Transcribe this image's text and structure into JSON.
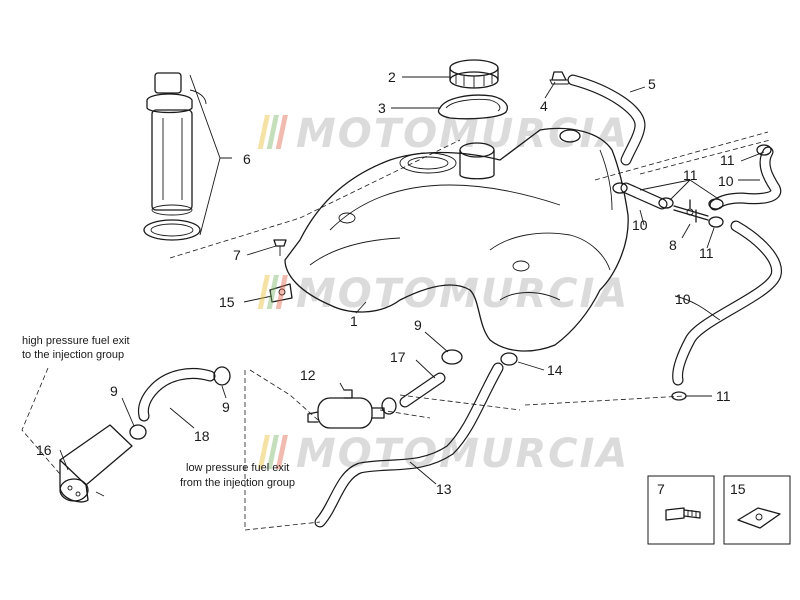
{
  "diagram": {
    "callouts": [
      {
        "id": "c1",
        "text": "1"
      },
      {
        "id": "c2",
        "text": "2"
      },
      {
        "id": "c3",
        "text": "3"
      },
      {
        "id": "c4",
        "text": "4"
      },
      {
        "id": "c5",
        "text": "5"
      },
      {
        "id": "c6",
        "text": "6"
      },
      {
        "id": "c7",
        "text": "7"
      },
      {
        "id": "c8",
        "text": "8"
      },
      {
        "id": "c9a",
        "text": "9"
      },
      {
        "id": "c9b",
        "text": "9"
      },
      {
        "id": "c9c",
        "text": "9"
      },
      {
        "id": "c10a",
        "text": "10"
      },
      {
        "id": "c10b",
        "text": "10"
      },
      {
        "id": "c10c",
        "text": "10"
      },
      {
        "id": "c11a",
        "text": "11"
      },
      {
        "id": "c11b",
        "text": "11"
      },
      {
        "id": "c11c",
        "text": "11"
      },
      {
        "id": "c11d",
        "text": "11"
      },
      {
        "id": "c12",
        "text": "12"
      },
      {
        "id": "c13",
        "text": "13"
      },
      {
        "id": "c14",
        "text": "14"
      },
      {
        "id": "c15",
        "text": "15"
      },
      {
        "id": "c16",
        "text": "16"
      },
      {
        "id": "c17",
        "text": "17"
      },
      {
        "id": "c18",
        "text": "18"
      }
    ],
    "notes": {
      "high_line1": "high pressure fuel exit",
      "high_line2": "to the injection group",
      "low_line1": "low pressure fuel exit",
      "low_line2": "from the injection group"
    },
    "inset_boxes": [
      {
        "text": "7"
      },
      {
        "text": "15"
      }
    ],
    "watermark": "MOTOMURCIA",
    "watermark_colors": [
      "#e8c23a",
      "#7fb86a",
      "#e06a4e"
    ]
  }
}
